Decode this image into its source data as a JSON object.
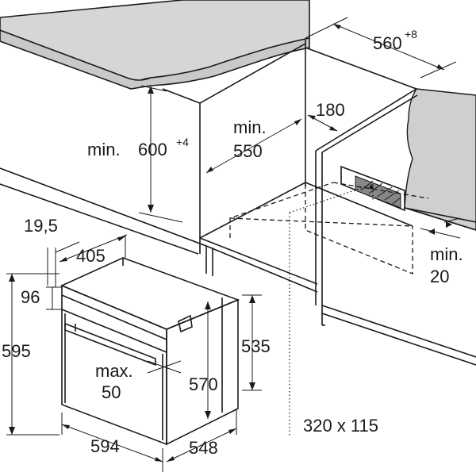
{
  "dimensions": {
    "niche_width": {
      "value": "560",
      "sup": "+8"
    },
    "niche_height": {
      "prefix": "min. ",
      "value": "600",
      "sup": "+4"
    },
    "niche_depth": {
      "line1": "min.",
      "line2": "550"
    },
    "vent_gap": "180",
    "side_gap": {
      "line1": "min.",
      "line2": "20"
    },
    "front_offset": "19,5",
    "front_depth": "405",
    "panel_height": "96",
    "oven_height": "595",
    "oven_body_height": "535",
    "oven_inner_height": "570",
    "handle_depth": {
      "line1": "max.",
      "line2": "50"
    },
    "oven_width": "594",
    "oven_depth": "548",
    "vent_opening": "320 x 115"
  }
}
